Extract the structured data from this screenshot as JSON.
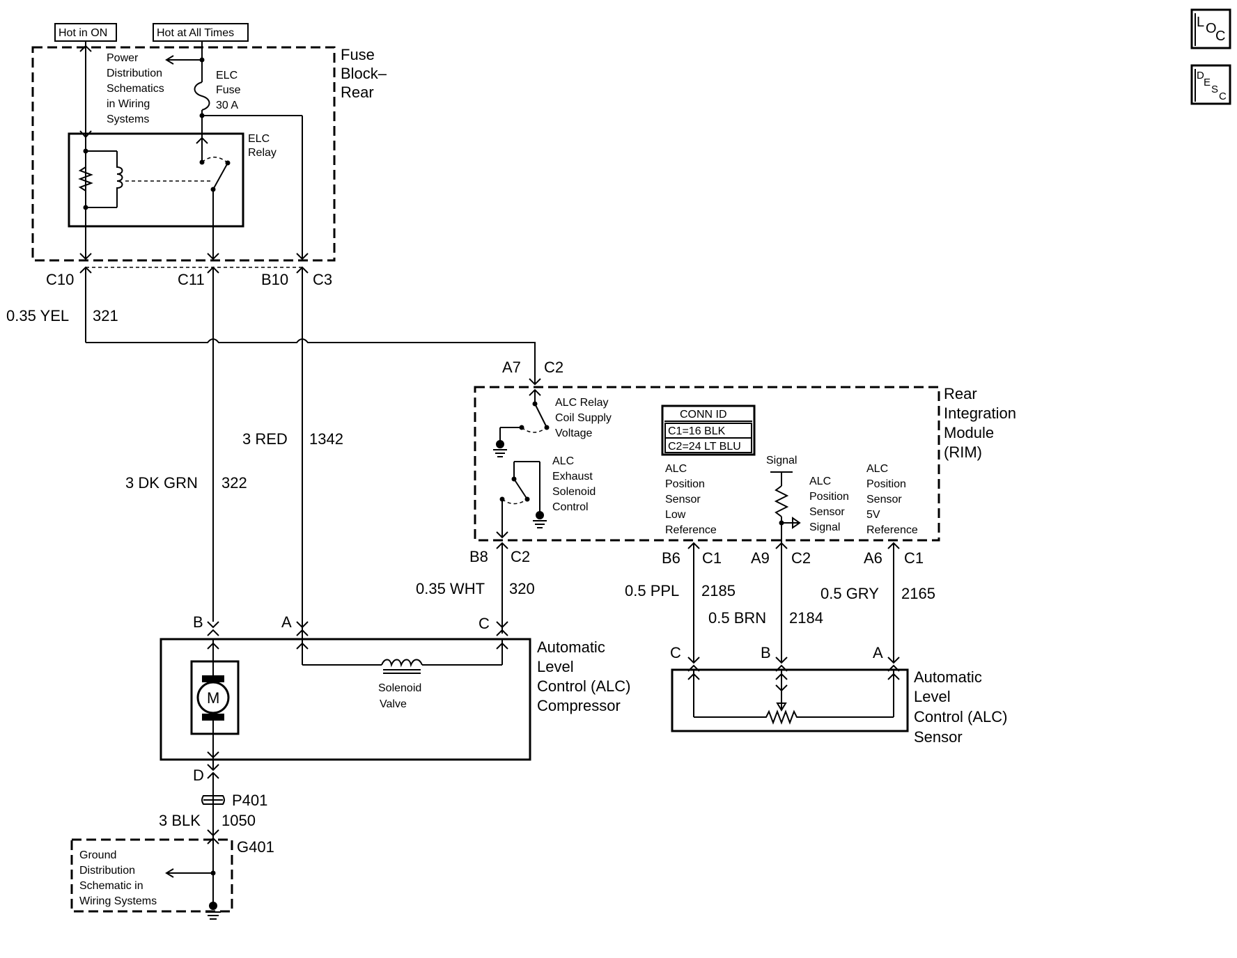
{
  "labels": {
    "hot_in_on": "Hot in ON",
    "hot_at_all_times": "Hot at All Times",
    "power_dist_1": "Power",
    "power_dist_2": "Distribution",
    "power_dist_3": "Schematics",
    "power_dist_4": "in Wiring",
    "power_dist_5": "Systems",
    "elc_fuse_1": "ELC",
    "elc_fuse_2": "Fuse",
    "elc_fuse_3": "30 A",
    "elc_relay_1": "ELC",
    "elc_relay_2": "Relay",
    "fuse_block_1": "Fuse",
    "fuse_block_2": "Block–",
    "fuse_block_3": "Rear",
    "loc_l": "L",
    "loc_o": "O",
    "loc_c": "C",
    "desc_d": "D",
    "desc_e": "E",
    "desc_s": "S",
    "desc_c": "C"
  },
  "connectors_top": {
    "c10": "C10",
    "c11": "C11",
    "b10": "B10",
    "c3": "C3"
  },
  "wires": {
    "yel_gauge": "0.35 YEL",
    "yel_circuit": "321",
    "red_gauge": "3 RED",
    "red_circuit": "1342",
    "grn_gauge": "3 DK GRN",
    "grn_circuit": "322",
    "wht_gauge": "0.35 WHT",
    "wht_circuit": "320",
    "ppl_gauge": "0.5 PPL",
    "ppl_circuit": "2185",
    "brn_gauge": "0.5 BRN",
    "brn_circuit": "2184",
    "gry_gauge": "0.5 GRY",
    "gry_circuit": "2165",
    "blk_gauge": "3 BLK",
    "blk_circuit": "1050"
  },
  "rim": {
    "pin_a7": "A7",
    "conn_c2_top": "C2",
    "title_1": "Rear",
    "title_2": "Integration",
    "title_3": "Module",
    "title_4": "(RIM)",
    "relay_coil_1": "ALC Relay",
    "relay_coil_2": "Coil Supply",
    "relay_coil_3": "Voltage",
    "exhaust_1": "ALC",
    "exhaust_2": "Exhaust",
    "exhaust_3": "Solenoid",
    "exhaust_4": "Control",
    "conn_id_title": "CONN ID",
    "conn_id_c1": "C1=16 BLK",
    "conn_id_c2": "C2=24 LT BLU",
    "low_ref_1": "ALC",
    "low_ref_2": "Position",
    "low_ref_3": "Sensor",
    "low_ref_4": "Low",
    "low_ref_5": "Reference",
    "signal": "Signal",
    "sig_1": "ALC",
    "sig_2": "Position",
    "sig_3": "Sensor",
    "sig_4": "Signal",
    "ref5v_1": "ALC",
    "ref5v_2": "Position",
    "ref5v_3": "Sensor",
    "ref5v_4": "5V",
    "ref5v_5": "Reference",
    "pin_b8": "B8",
    "pin_b8_conn": "C2",
    "pin_b6": "B6",
    "pin_b6_conn": "C1",
    "pin_a9": "A9",
    "pin_a9_conn": "C2",
    "pin_a6": "A6",
    "pin_a6_conn": "C1"
  },
  "compressor": {
    "pin_b": "B",
    "pin_a": "A",
    "pin_c": "C",
    "pin_d": "D",
    "motor": "M",
    "solenoid_1": "Solenoid",
    "solenoid_2": "Valve",
    "title_1": "Automatic",
    "title_2": "Level",
    "title_3": "Control (ALC)",
    "title_4": "Compressor"
  },
  "sensor": {
    "pin_c": "C",
    "pin_b": "B",
    "pin_a": "A",
    "title_1": "Automatic",
    "title_2": "Level",
    "title_3": "Control (ALC)",
    "title_4": "Sensor"
  },
  "ground": {
    "splice": "P401",
    "ground_point": "G401",
    "gd_1": "Ground",
    "gd_2": "Distribution",
    "gd_3": "Schematic in",
    "gd_4": "Wiring Systems"
  }
}
